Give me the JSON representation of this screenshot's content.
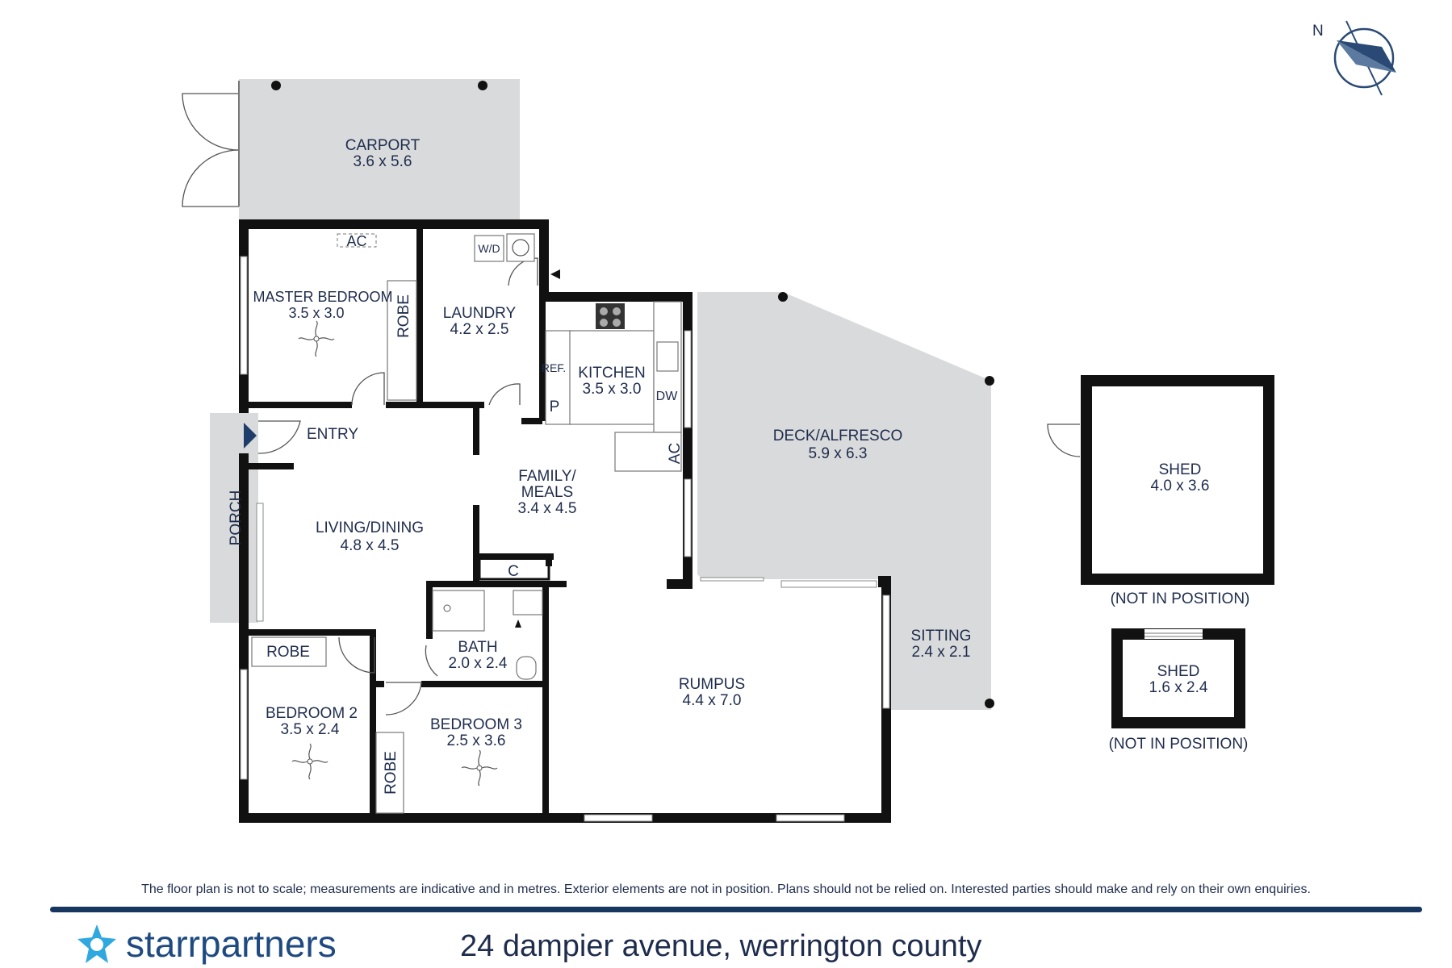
{
  "compass": {
    "label": "N"
  },
  "rooms": {
    "carport": {
      "name": "CARPORT",
      "size": "3.6 x 5.6"
    },
    "master_bedroom": {
      "name": "MASTER BEDROOM",
      "size": "3.5 x 3.0"
    },
    "laundry": {
      "name": "LAUNDRY",
      "size": "4.2 x 2.5"
    },
    "kitchen": {
      "name": "KITCHEN",
      "size": "3.5 x 3.0"
    },
    "deck": {
      "name": "DECK/ALFRESCO",
      "size": "5.9 x 6.3"
    },
    "family": {
      "name1": "FAMILY/",
      "name2": "MEALS",
      "size": "3.4 x 4.5"
    },
    "living": {
      "name": "LIVING/DINING",
      "size": "4.8 x 4.5"
    },
    "bath": {
      "name": "BATH",
      "size": "2.0 x 2.4"
    },
    "rumpus": {
      "name": "RUMPUS",
      "size": "4.4 x 7.0"
    },
    "sitting": {
      "name": "SITTING",
      "size": "2.4 x 2.1"
    },
    "bedroom2": {
      "name": "BEDROOM 2",
      "size": "3.5 x 2.4"
    },
    "bedroom3": {
      "name": "BEDROOM 3",
      "size": "2.5 x 3.6"
    },
    "shed1": {
      "name": "SHED",
      "size": "4.0 x 3.6",
      "note": "(NOT IN POSITION)"
    },
    "shed2": {
      "name": "SHED",
      "size": "1.6 x 2.4",
      "note": "(NOT IN POSITION)"
    }
  },
  "fixtures": {
    "ac1": "AC",
    "ac2": "AC",
    "wd": "W/D",
    "robe_master": "ROBE",
    "robe_bed2": "ROBE",
    "robe_bed3": "ROBE",
    "ref": "REF.",
    "pantry": "P",
    "dw": "DW",
    "closet": "C",
    "entry": "ENTRY",
    "porch": "PORCH"
  },
  "footer": {
    "disclaimer": "The floor plan is not to scale; measurements are indicative and in metres. Exterior elements are not in position. Plans should not be relied on. Interested parties should make and rely on their own enquiries.",
    "brand": "starrpartners",
    "address": "24 dampier avenue, werrington county"
  },
  "colors": {
    "ink": "#1f2d4d",
    "brand": "#1f4a80",
    "rule": "#16355f",
    "outdoor": "#d9dadb",
    "wall": "#111111"
  }
}
